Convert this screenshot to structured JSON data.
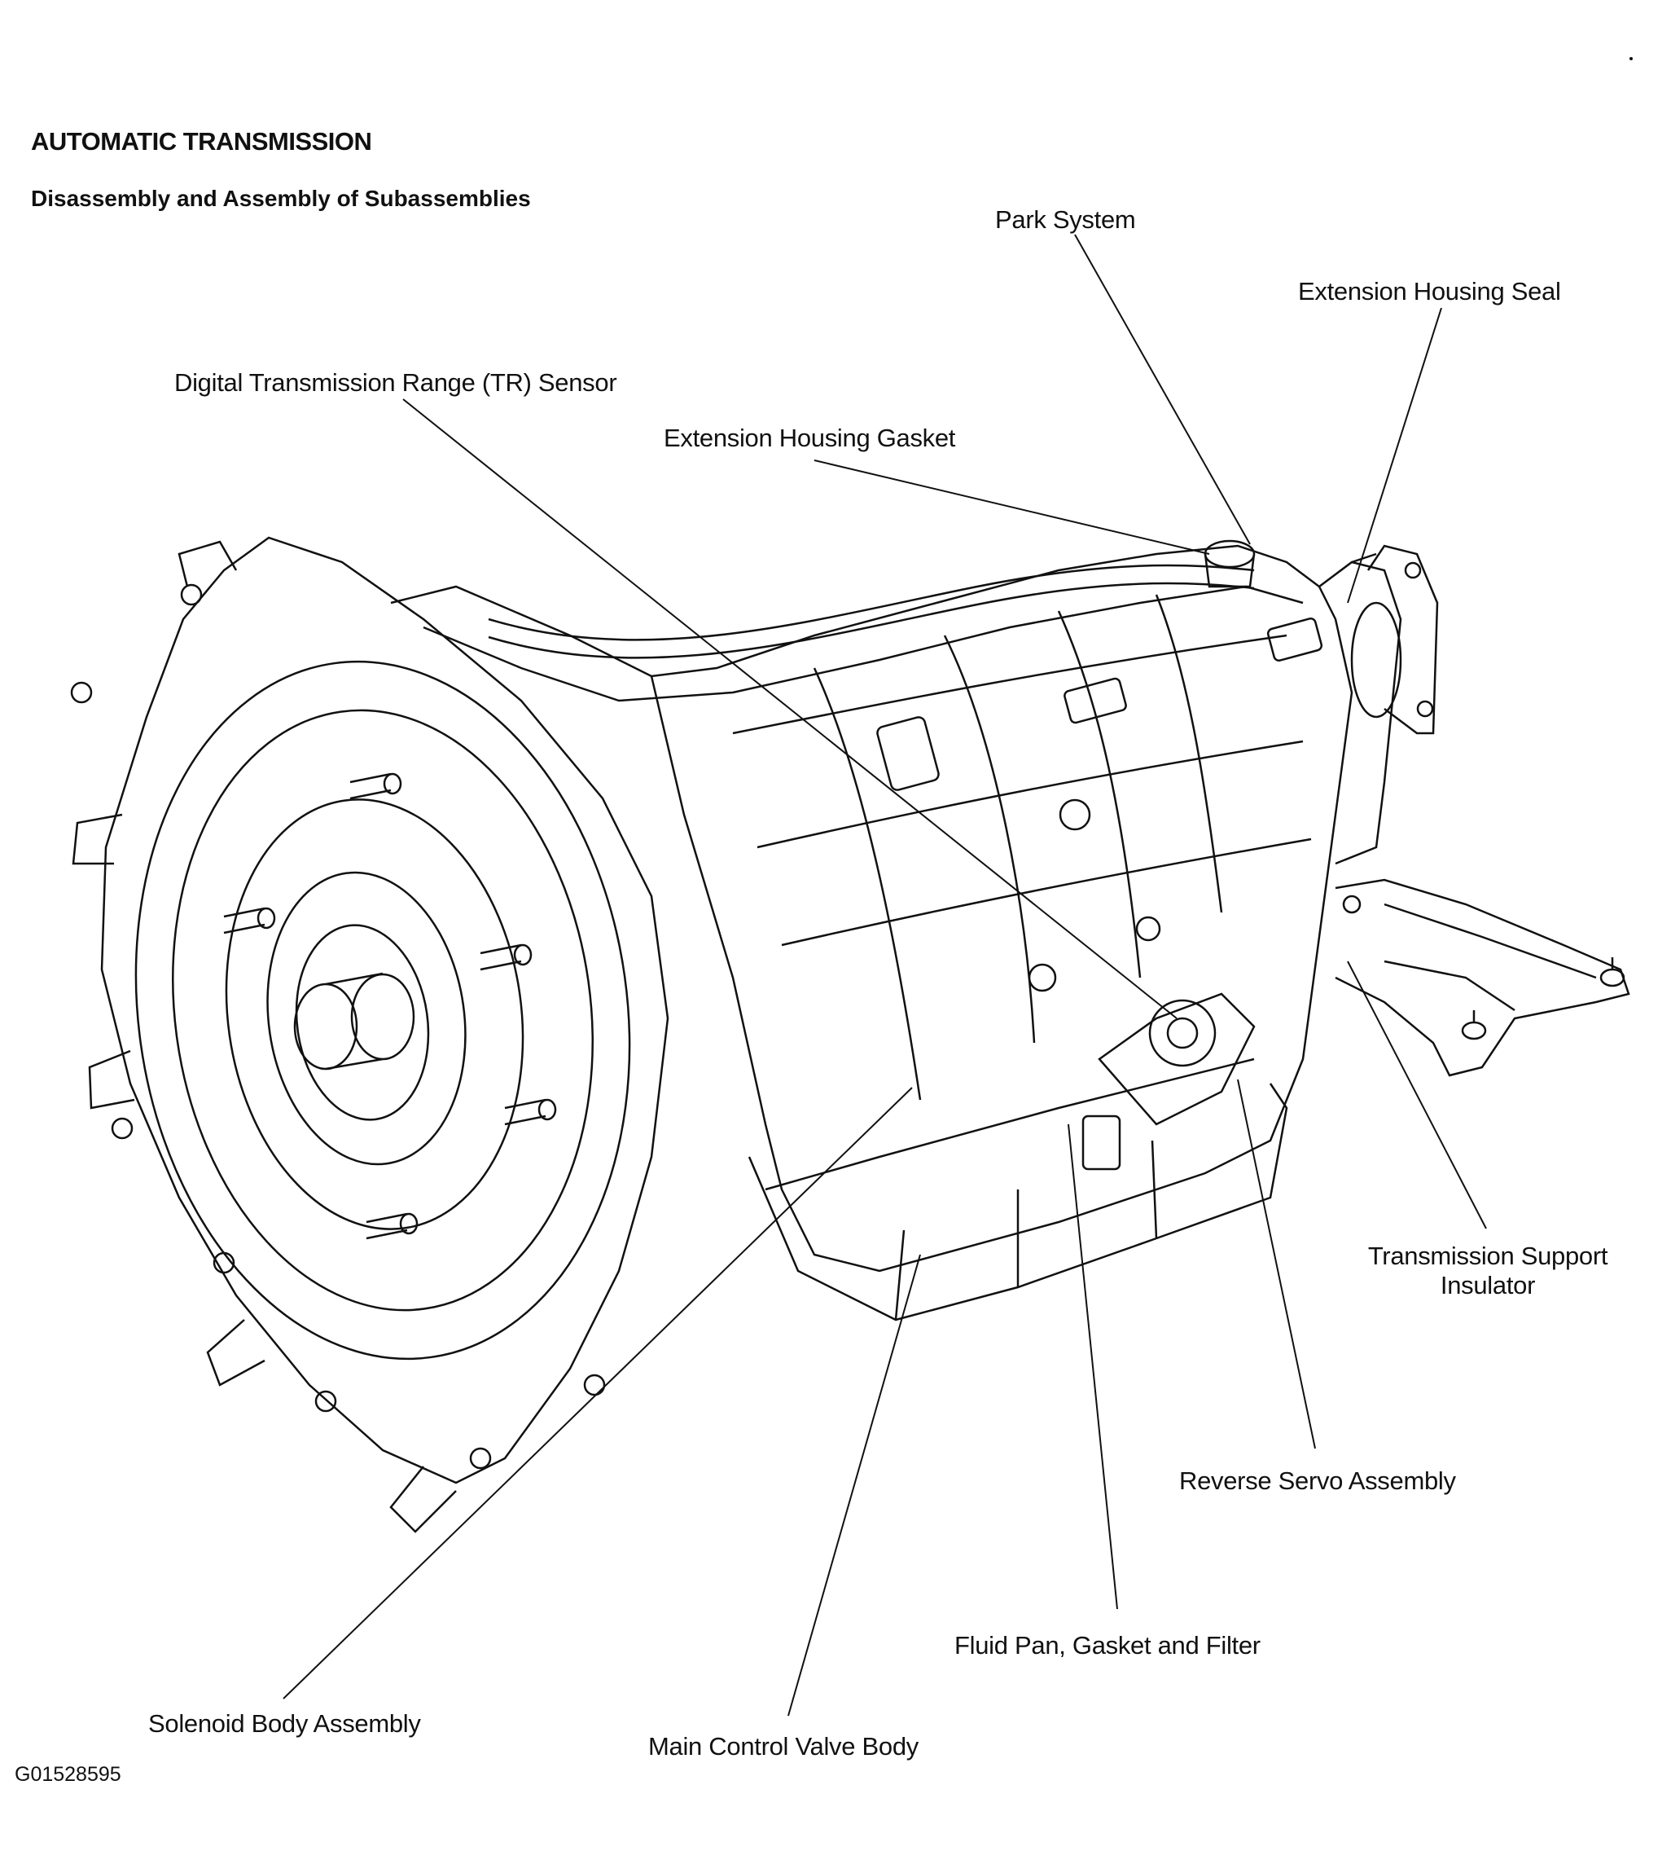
{
  "header": {
    "title": "AUTOMATIC TRANSMISSION",
    "subtitle": "Disassembly and Assembly of Subassemblies"
  },
  "labels": {
    "park_system": "Park System",
    "extension_housing_seal": "Extension Housing Seal",
    "tr_sensor": "Digital Transmission Range (TR) Sensor",
    "extension_housing_gasket": "Extension Housing Gasket",
    "transmission_support_insulator_line1": "Transmission Support",
    "transmission_support_insulator_line2": "Insulator",
    "reverse_servo_assembly": "Reverse Servo Assembly",
    "fluid_pan_gasket_filter": "Fluid Pan, Gasket and Filter",
    "solenoid_body_assembly": "Solenoid Body Assembly",
    "main_control_valve_body": "Main Control Valve Body"
  },
  "figure_id": "G01528595"
}
